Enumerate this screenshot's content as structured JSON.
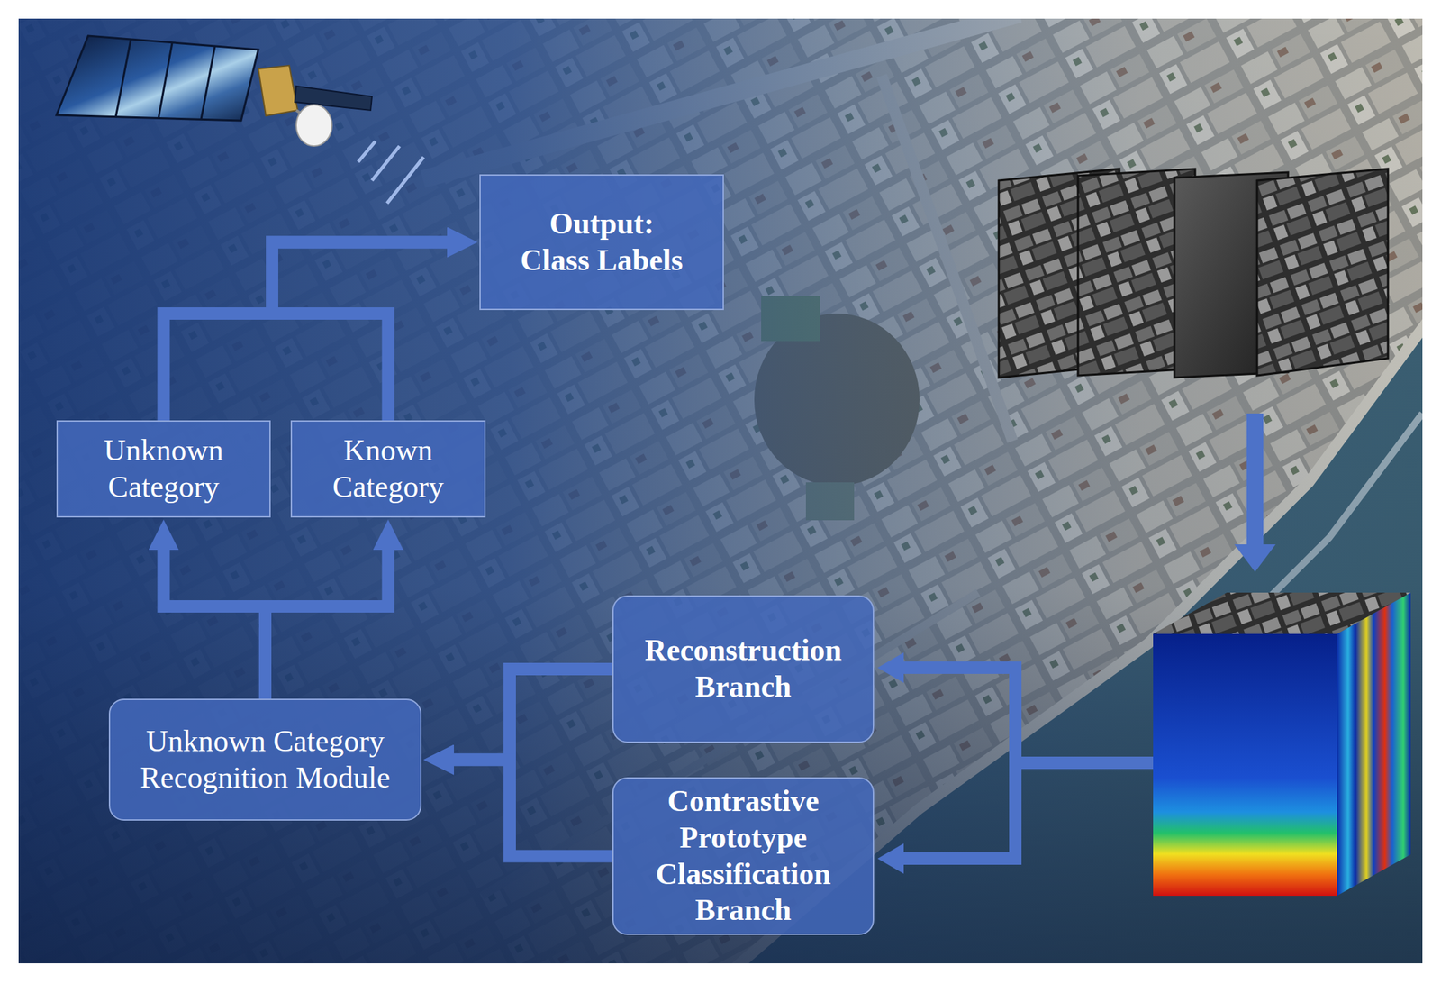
{
  "diagram": {
    "nodes": [
      {
        "text": [
          "Output: Class Labels"
        ]
      },
      {
        "text": [
          "Unknown Category"
        ]
      },
      {
        "text": [
          "Known Category"
        ]
      },
      {
        "text": [
          "Reconstruction Branch"
        ]
      },
      {
        "text": [
          "Unknown Category Recognition Module"
        ]
      },
      {
        "text": [
          "Contrastive Prototype Classification Branch"
        ]
      }
    ],
    "edges": [
      {
        "from": 1,
        "to": 0,
        "arrow": "to"
      },
      {
        "from": 2,
        "to": 0,
        "arrow": "to"
      },
      {
        "from": 4,
        "to": 1,
        "arrow": "to"
      },
      {
        "from": 4,
        "to": 2,
        "arrow": "to"
      },
      {
        "from": 3,
        "to": 4,
        "arrow": "to"
      },
      {
        "from": 5,
        "to": 4,
        "arrow": "to"
      }
    ]
  }
}
